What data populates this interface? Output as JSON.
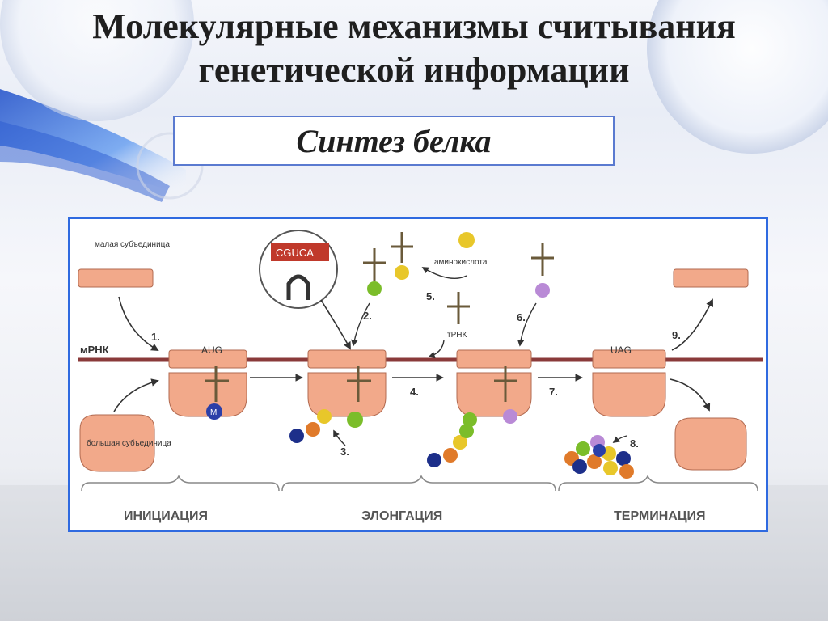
{
  "slide": {
    "title_line1": "Молекулярные механизмы считывания",
    "title_line2": "генетической информации",
    "subtitle": "Синтез белка"
  },
  "diagram": {
    "mrna_label": "мРНК",
    "small_subunit_label": "малая субъединица",
    "large_subunit_label": "большая субъединица",
    "codon_start": "AUG",
    "codon_stop": "UAG",
    "anticodon_loop": "CGUCA",
    "amino_acid_label": "аминокислота",
    "trna_label": "тРНК",
    "met_label": "M",
    "steps": [
      "1.",
      "2.",
      "3.",
      "4.",
      "5.",
      "6.",
      "7.",
      "8.",
      "9."
    ],
    "phases": {
      "initiation": "ИНИЦИАЦИЯ",
      "elongation": "ЭЛОНГАЦИЯ",
      "termination": "ТЕРМИНАЦИЯ"
    },
    "colors": {
      "ribosome": "#f2a98a",
      "mrna": "#8a3a3a",
      "met": "#2b3fa8",
      "green": "#7bbd2a",
      "yellow": "#e8c72a",
      "orange": "#e07a2a",
      "purple": "#b98ad6",
      "navy": "#1d2f8a"
    }
  }
}
